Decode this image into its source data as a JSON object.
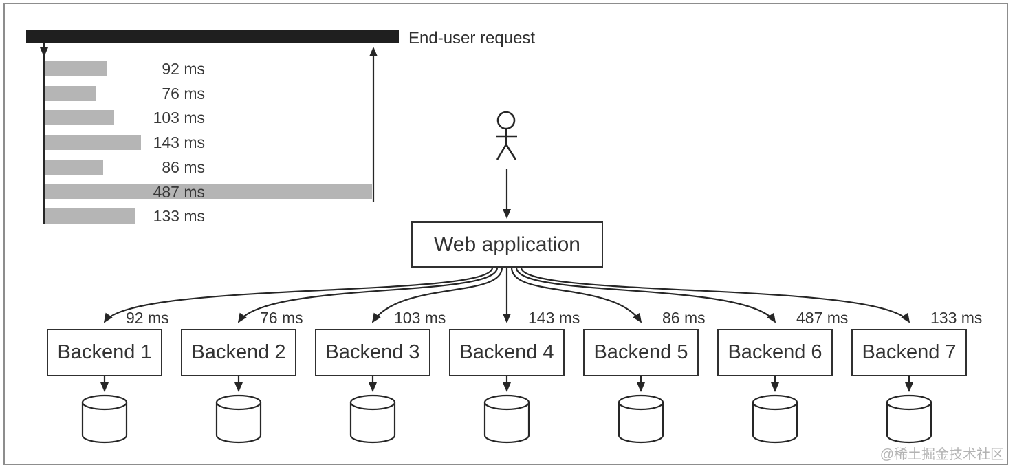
{
  "end_user_request": {
    "label": "End-user request"
  },
  "chart_data": {
    "type": "bar",
    "orientation": "horizontal",
    "title": "End-user request",
    "unit": "ms",
    "values": [
      92,
      76,
      103,
      143,
      86,
      487,
      133
    ],
    "labels": [
      "92 ms",
      "76 ms",
      "103 ms",
      "143 ms",
      "86 ms",
      "487 ms",
      "133 ms"
    ],
    "note": "total request spans until slowest bar (487 ms); down arrow starts the calls, up arrow returns after the longest one"
  },
  "user_actor": {
    "icon": "person-stick-figure-icon"
  },
  "web_application": {
    "label": "Web application"
  },
  "backends": [
    {
      "label": "Backend 1",
      "latency": "92 ms",
      "latency_ms": 92
    },
    {
      "label": "Backend 2",
      "latency": "76 ms",
      "latency_ms": 76
    },
    {
      "label": "Backend 3",
      "latency": "103 ms",
      "latency_ms": 103
    },
    {
      "label": "Backend 4",
      "latency": "143 ms",
      "latency_ms": 143
    },
    {
      "label": "Backend 5",
      "latency": "86 ms",
      "latency_ms": 86
    },
    {
      "label": "Backend 6",
      "latency": "487 ms",
      "latency_ms": 487
    },
    {
      "label": "Backend 7",
      "latency": "133 ms",
      "latency_ms": 133
    }
  ],
  "watermark": "@稀土掘金技术社区",
  "colors": {
    "request_bar": "#1f1f1f",
    "bar_fill": "#b5b5b5",
    "line": "#262626",
    "watermark": "#b3b3b3"
  }
}
